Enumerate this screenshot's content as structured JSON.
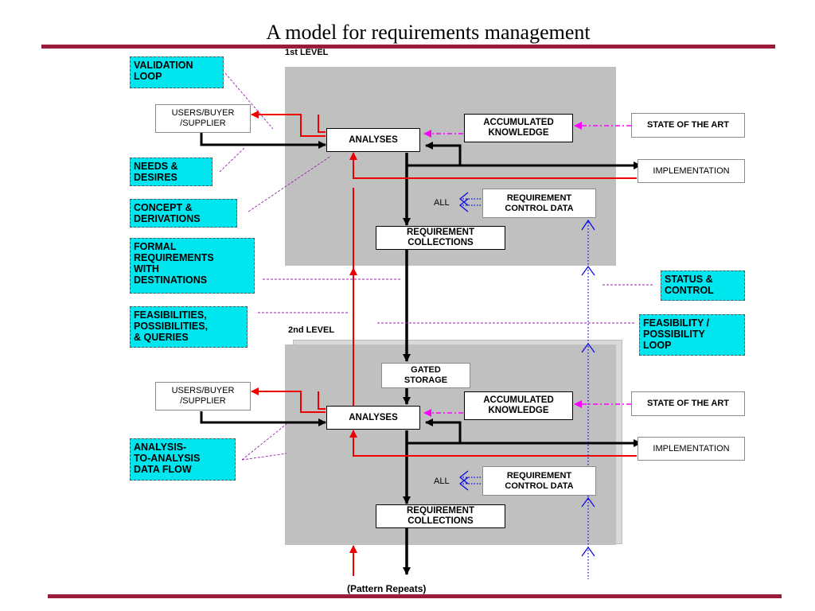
{
  "title": "A model for requirements management",
  "levels": {
    "first": "1st LEVEL",
    "second": "2nd LEVEL"
  },
  "notes": {
    "validation_loop": "VALIDATION\nLOOP",
    "needs_desires": "NEEDS &\nDESIRES",
    "concept_derivations": "CONCEPT &\nDERIVATIONS",
    "formal_requirements": "FORMAL\nREQUIREMENTS\nWITH\nDESTINATIONS",
    "feasibilities": "FEASIBILITIES,\nPOSSIBILITIES,\n& QUERIES",
    "analysis_to_analysis": "ANALYSIS-\nTO-ANALYSIS\nDATA FLOW",
    "status_control": "STATUS &\nCONTROL",
    "feasibility_loop": "FEASIBILITY /\nPOSSIBILITY\nLOOP"
  },
  "level1": {
    "users": "USERS/BUYER\n/SUPPLIER",
    "analyses": "ANALYSES",
    "accumulated": "ACCUMULATED\nKNOWLEDGE",
    "state_of_art": "STATE OF THE ART",
    "implementation": "IMPLEMENTATION",
    "all": "ALL",
    "req_control": "REQUIREMENT\nCONTROL DATA",
    "req_collections": "REQUIREMENT\nCOLLECTIONS"
  },
  "level2": {
    "gated_storage": "GATED\nSTORAGE",
    "users": "USERS/BUYER\n/SUPPLIER",
    "analyses": "ANALYSES",
    "accumulated": "ACCUMULATED\nKNOWLEDGE",
    "state_of_art": "STATE OF THE ART",
    "implementation": "IMPLEMENTATION",
    "all": "ALL",
    "req_control": "REQUIREMENT\nCONTROL DATA",
    "req_collections": "REQUIREMENT\nCOLLECTIONS"
  },
  "footer": "(Pattern Repeats)",
  "colors": {
    "rule": "#9a1b3a",
    "note": "#00e6ef",
    "panel": "#c0c0c0",
    "red": "#ee0000",
    "magenta": "#ff00ff",
    "blue": "#0000ee"
  }
}
